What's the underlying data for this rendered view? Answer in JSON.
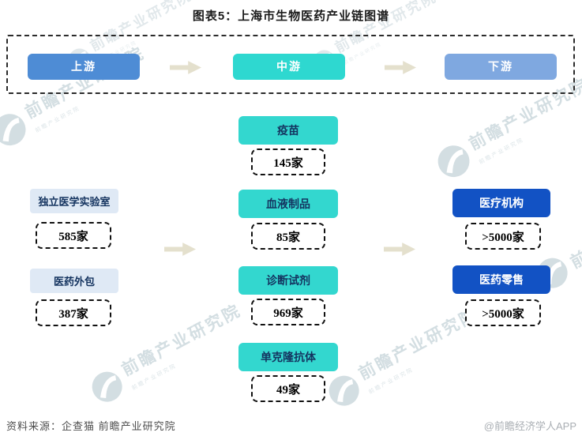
{
  "title": "图表5：上海市生物医药产业链图谱",
  "stages": [
    {
      "label": "上游"
    },
    {
      "label": "中游"
    },
    {
      "label": "下游"
    }
  ],
  "columns": {
    "upstream": [
      {
        "label": "独立医学实验室",
        "count": "585家"
      },
      {
        "label": "医药外包",
        "count": "387家"
      }
    ],
    "midstream": [
      {
        "label": "疫苗",
        "count": "145家"
      },
      {
        "label": "血液制品",
        "count": "85家"
      },
      {
        "label": "诊断试剂",
        "count": "969家"
      },
      {
        "label": "单克隆抗体",
        "count": "49家"
      }
    ],
    "downstream": [
      {
        "label": "医疗机构",
        "count": ">5000家"
      },
      {
        "label": "医药零售",
        "count": ">5000家"
      }
    ]
  },
  "footer": {
    "source": "资料来源：企查猫 前瞻产业研究院",
    "credit": "@前瞻经济学人APP"
  },
  "watermark": {
    "text": "前瞻产业研究院"
  },
  "colors": {
    "upstream_stage": "#4e8cd5",
    "midstream_stage": "#2ed8d0",
    "downstream_stage": "#7fa8e0",
    "mid_node": "#33d7cf",
    "left_node_bg": "#dfe9f5",
    "right_node_bg": "#1252c4",
    "node_text_dark": "#14335f",
    "arrow": "#e4e0cd",
    "watermark": "#c9d6db"
  }
}
